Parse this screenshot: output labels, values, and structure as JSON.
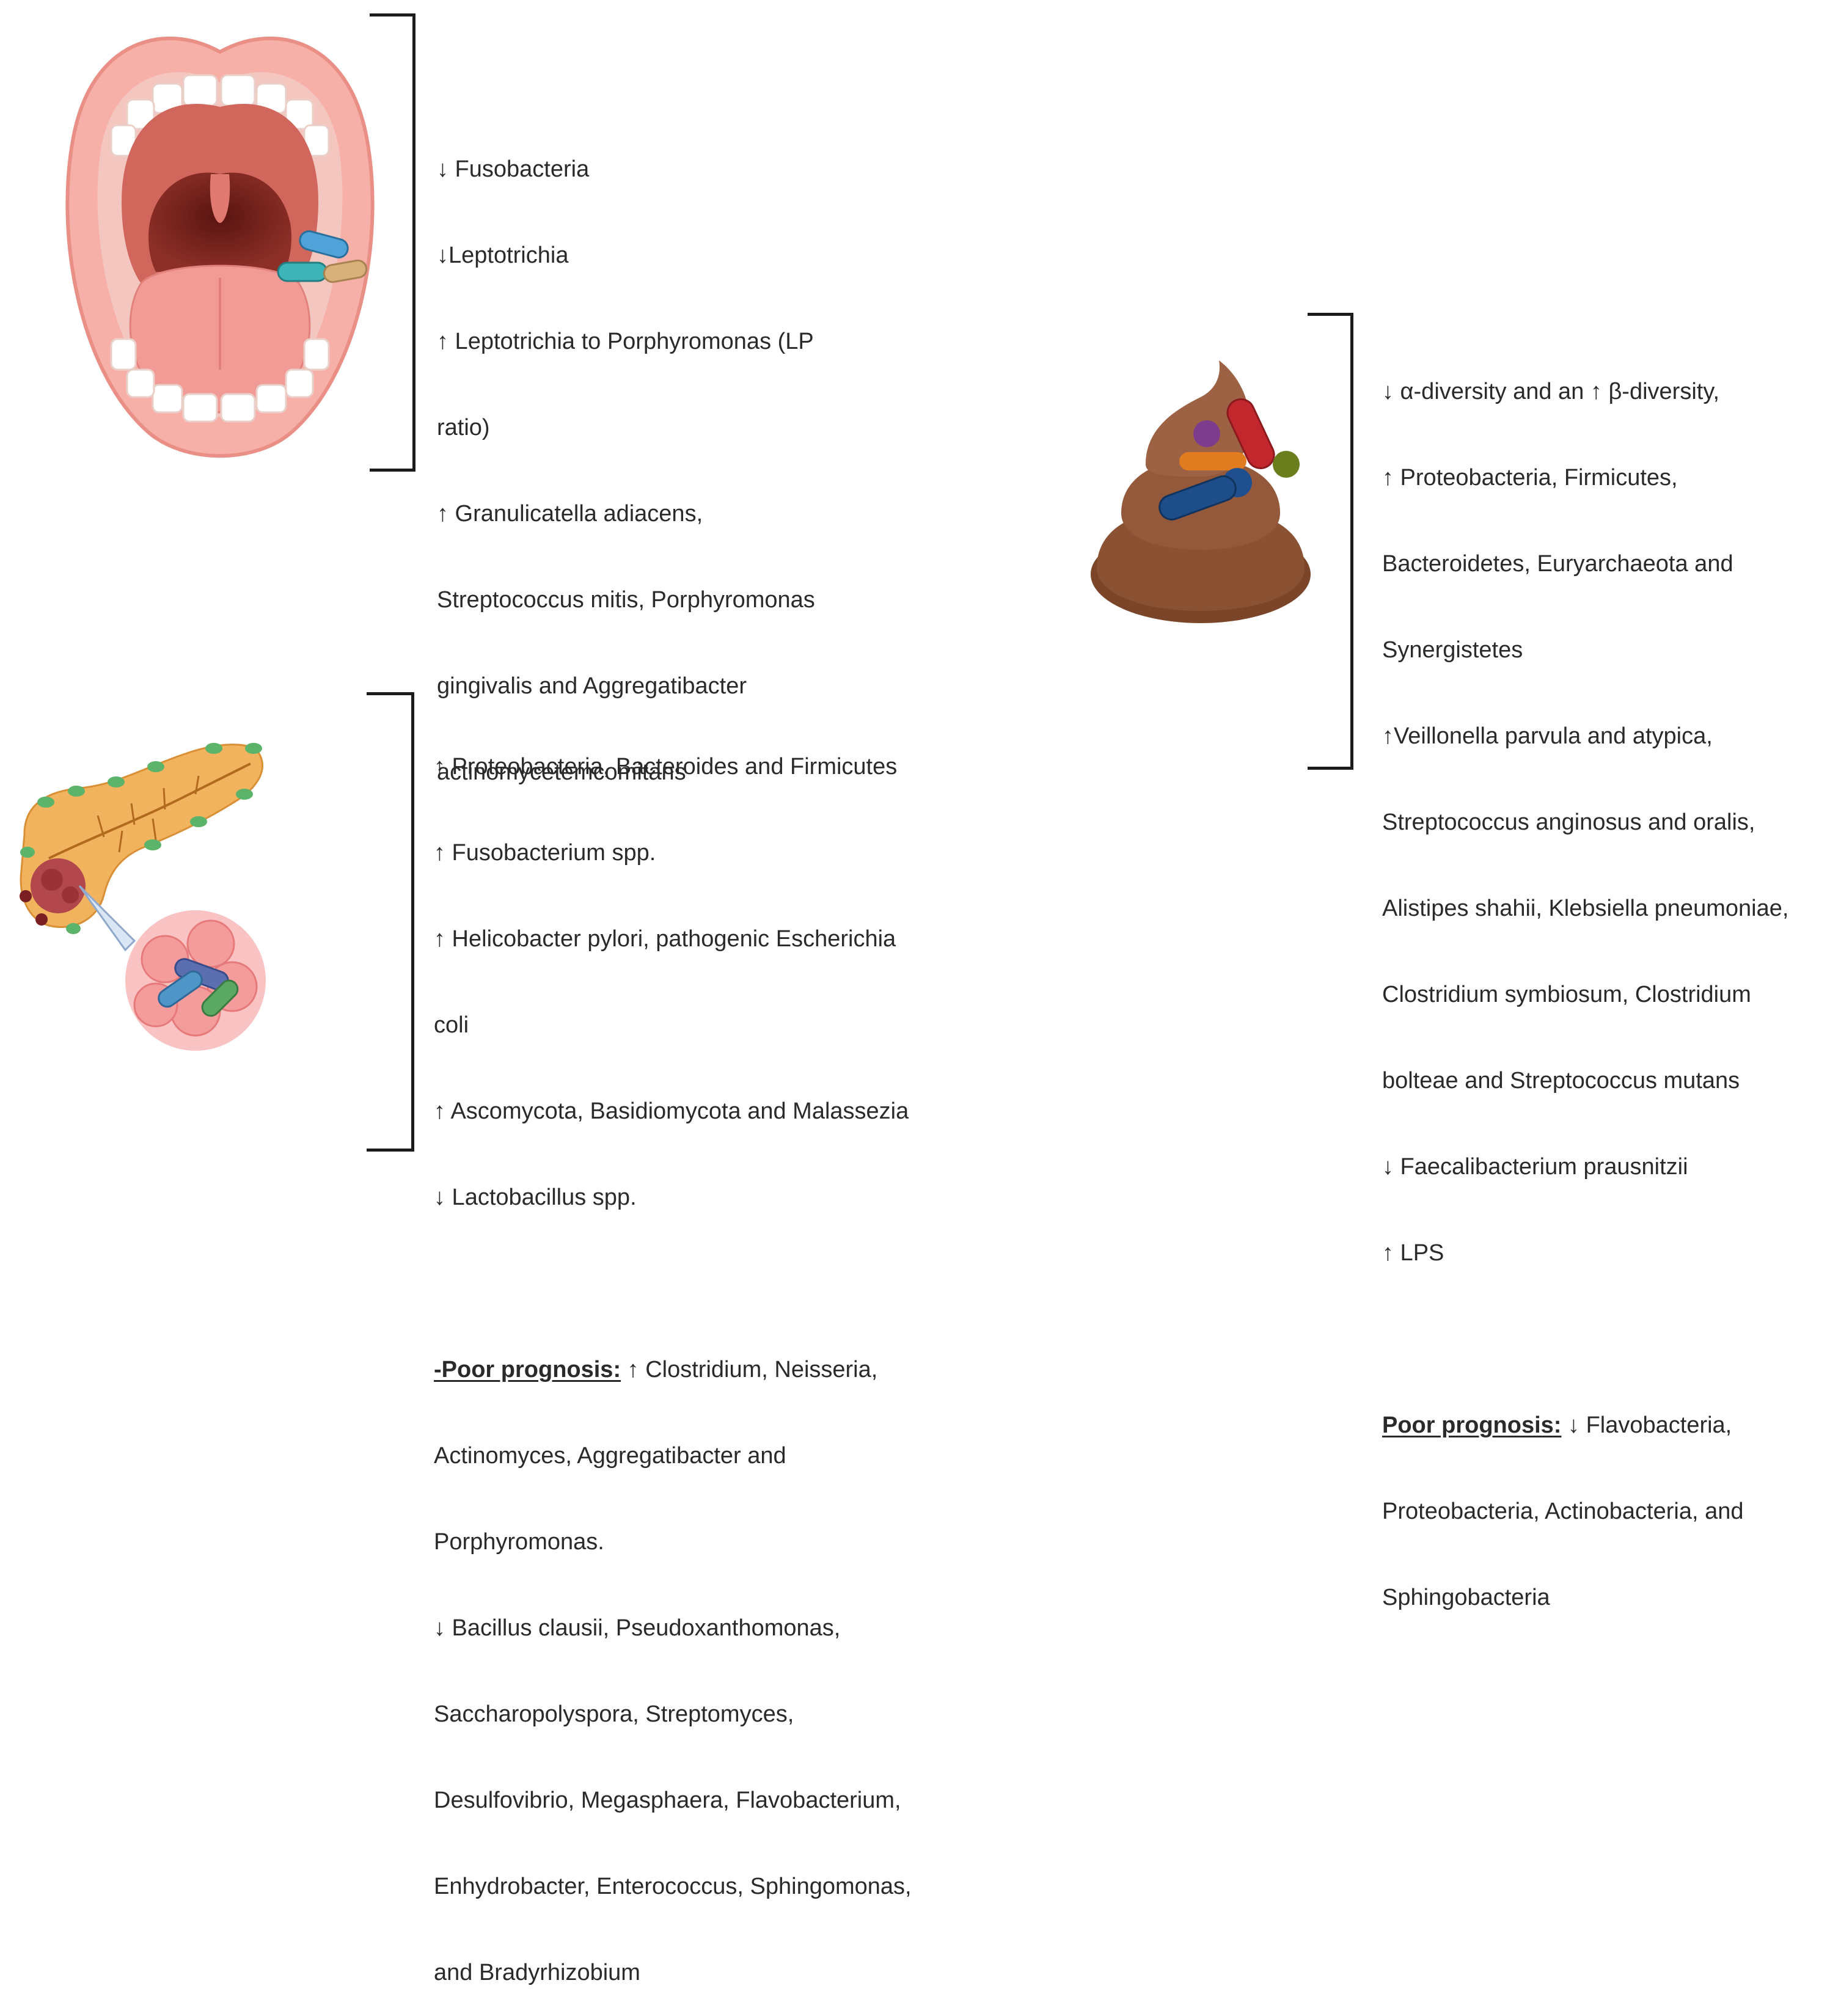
{
  "colors": {
    "text": "#2a2a2a",
    "bracket": "#1c1c1c",
    "mouth_lip": "#f4a8a0",
    "mouth_inner": "#7a2a22",
    "tongue": "#f29a95",
    "stool": "#8a5233",
    "pancreas": "#f2b35e",
    "tumor": "#b2474c"
  },
  "oral": {
    "lines": [
      "↓ Fusobacteria",
      "↓Leptotrichia",
      "↑ Leptotrichia to Porphyromonas (LP",
      "ratio)",
      "↑ Granulicatella adiacens,",
      "Streptococcus mitis, Porphyromonas",
      "gingivalis and Aggregatibacter",
      "actinomycetemcomitans"
    ]
  },
  "gut": {
    "lines": [
      "↓ α-diversity and an ↑ β-diversity,",
      "↑ Proteobacteria, Firmicutes,",
      "Bacteroidetes, Euryarchaeota and",
      "Synergistetes",
      "↑Veillonella parvula and atypica,",
      "Streptococcus anginosus and oralis,",
      "Alistipes shahii, Klebsiella pneumoniae,",
      "Clostridium symbiosum, Clostridium",
      "bolteae and Streptococcus mutans",
      "↓ Faecalibacterium prausnitzii",
      "↑ LPS"
    ],
    "poor_label": "Poor prognosis:",
    "poor_lines": [
      " ↓ Flavobacteria,",
      "Proteobacteria, Actinobacteria, and",
      "Sphingobacteria"
    ]
  },
  "pancreas": {
    "lines": [
      "↑ Proteobacteria, Bacteroides and Firmicutes",
      "↑ Fusobacterium spp.",
      "↑ Helicobacter pylori, pathogenic Escherichia",
      "coli",
      "↑ Ascomycota, Basidiomycota and Malassezia",
      "↓ Lactobacillus spp."
    ],
    "poor_label": "-Poor prognosis:",
    "poor_lines": [
      " ↑ Clostridium, Neisseria,",
      "Actinomyces, Aggregatibacter and",
      "Porphyromonas.",
      "↓ Bacillus clausii, Pseudoxanthomonas,",
      "Saccharopolyspora, Streptomyces,",
      "Desulfovibrio, Megasphaera, Flavobacterium,",
      "Enhydrobacter, Enterococcus, Sphingomonas,",
      "and Bradyrhizobium"
    ]
  },
  "icons": {
    "mouth": "open-mouth-icon",
    "stool": "stool-icon",
    "pancreas": "pancreas-tumor-icon"
  }
}
